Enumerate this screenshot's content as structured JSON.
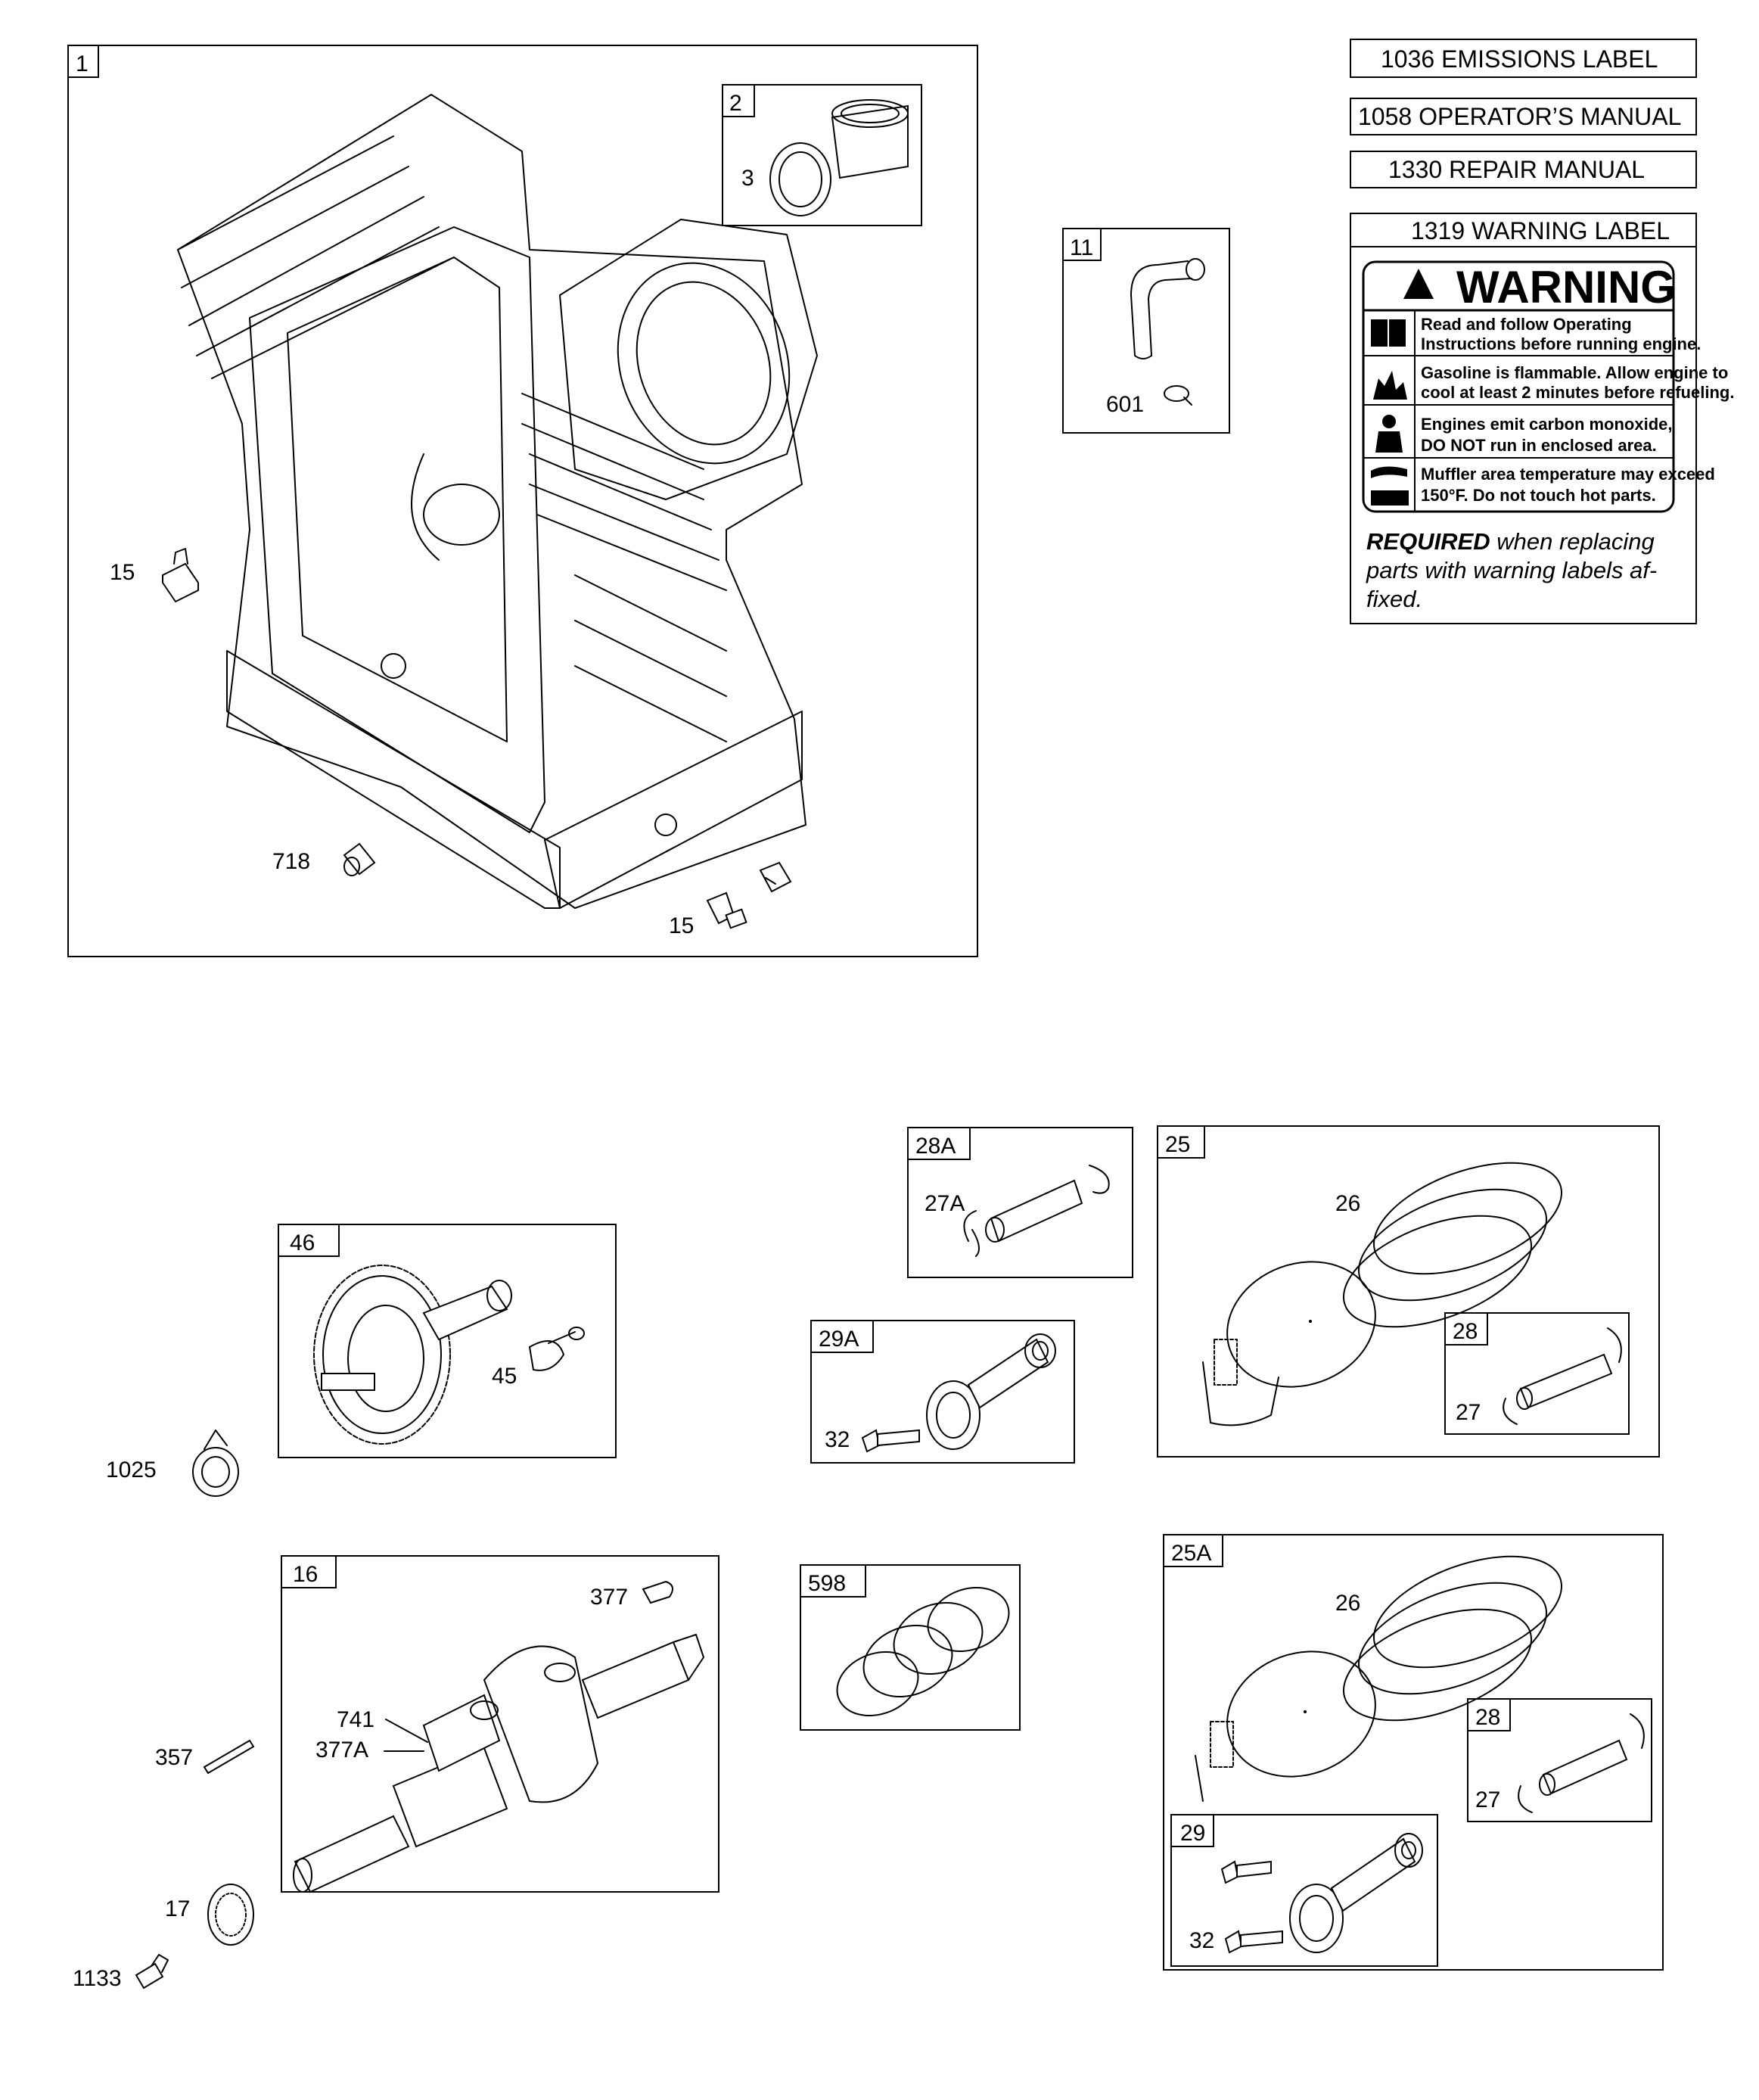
{
  "docs": {
    "emissions_label": "1036 EMISSIONS LABEL",
    "operators_manual": "1058 OPERATOR’S MANUAL",
    "repair_manual": "1330 REPAIR MANUAL",
    "warning_label_title": "1319 WARNING LABEL"
  },
  "warning_label": {
    "heading": "WARNING",
    "lines": [
      "Read and follow Operating",
      "Instructions before running engine.",
      "Gasoline is flammable. Allow engine to",
      "cool at least 2 minutes before refueling.",
      "Engines emit carbon monoxide,",
      "DO NOT run in enclosed area.",
      "Muffler area temperature may exceed",
      "150°F.   Do not touch hot parts."
    ],
    "required_bold": "REQUIRED",
    "required_rest_1": " when replacing",
    "required_rest_2": "parts with warning labels af-",
    "required_rest_3": "fixed."
  },
  "groups": {
    "g1": "1",
    "g2": "2",
    "g11": "11",
    "g46": "46",
    "g16": "16",
    "g28a": "28A",
    "g29a": "29A",
    "g25": "25",
    "g28": "28",
    "g598": "598",
    "g25a": "25A",
    "g28b": "28",
    "g29": "29"
  },
  "parts": {
    "p3": "3",
    "p15a": "15",
    "p15b": "15",
    "p718": "718",
    "p601": "601",
    "p45": "45",
    "p1025": "1025",
    "p377": "377",
    "p741": "741",
    "p377a": "377A",
    "p357": "357",
    "p17": "17",
    "p1133": "1133",
    "p27a": "27A",
    "p32a": "32",
    "p26a": "26",
    "p27b": "27",
    "p26b": "26",
    "p27c": "27",
    "p32b": "32"
  }
}
